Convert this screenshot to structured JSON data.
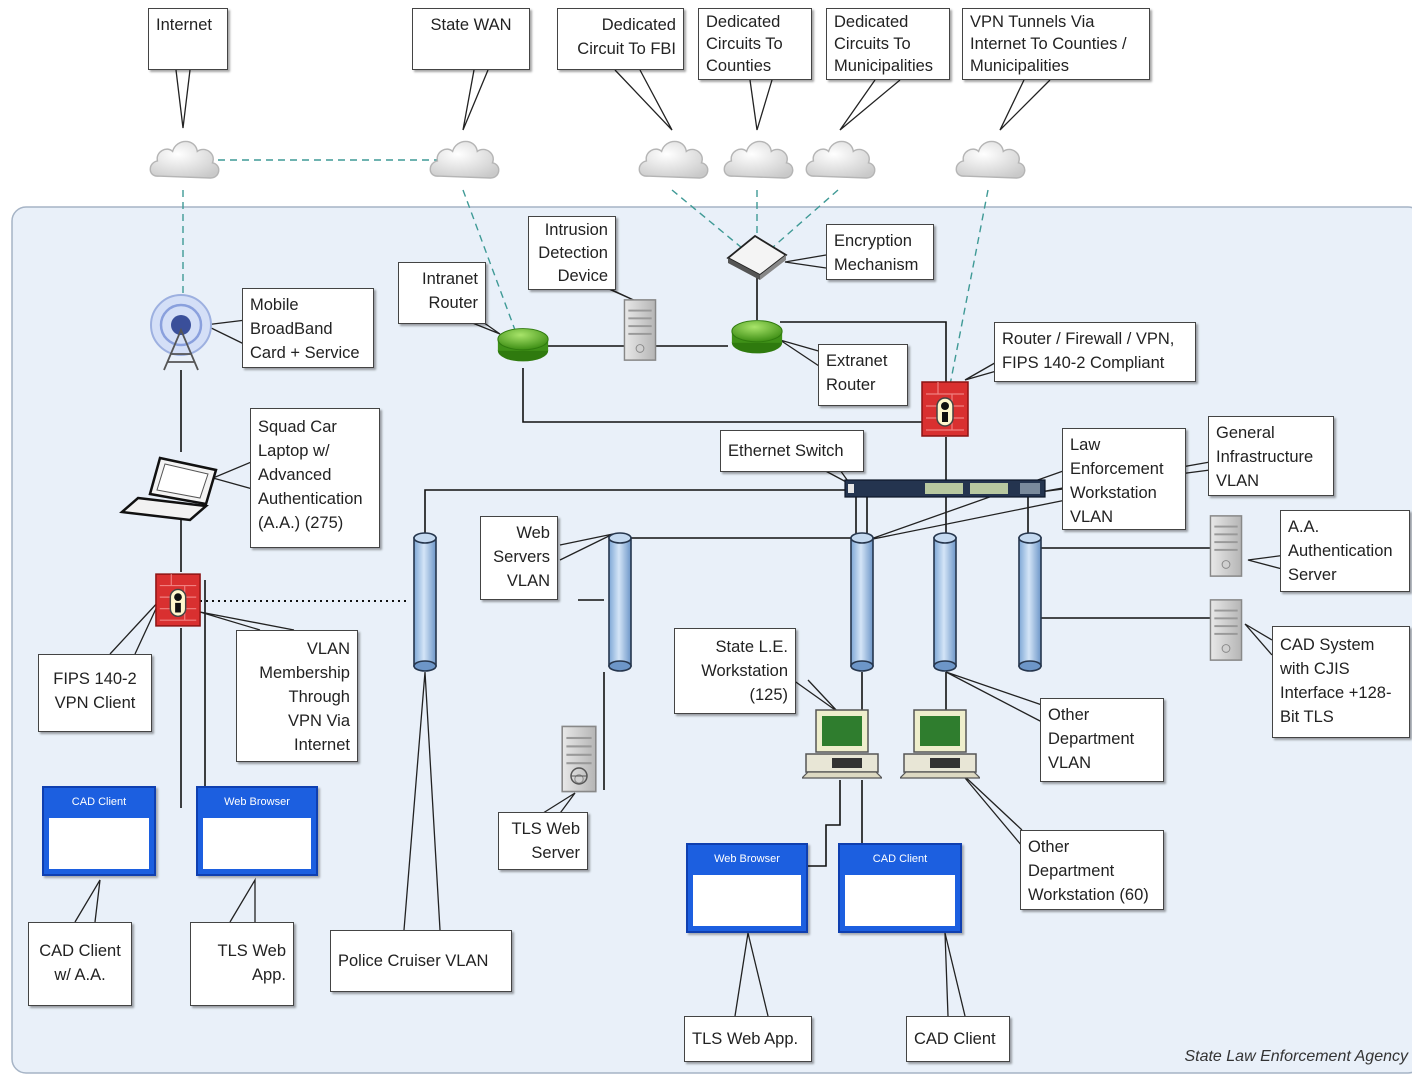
{
  "clouds": {
    "internet": "Internet",
    "state_wan": "State WAN",
    "fbi_circuit": "Dedicated\nCircuit To FBI",
    "county_circuits": "Dedicated\nCircuits To\nCounties",
    "municipal_circuits": "Dedicated\nCircuits To\nMunicipalities",
    "vpn_tunnels": "VPN Tunnels Via\nInternet To Counties /\nMunicipalities"
  },
  "devices": {
    "intrusion_detection": "Intrusion\nDetection\nDevice",
    "intranet_router": "Intranet\nRouter",
    "encryption": "Encryption\nMechanism",
    "extranet_router": "Extranet\nRouter",
    "mobile_broadband": "Mobile\nBroadBand\nCard + Service",
    "router_firewall": "Router / Firewall / VPN,\nFIPS 140-2 Compliant",
    "squad_car_laptop": "Squad Car\nLaptop w/\nAdvanced\nAuthentication\n(A.A.) (275)",
    "ethernet_switch": "Ethernet Switch",
    "fips_vpn_client": "FIPS 140-2\nVPN Client",
    "aa_server": "A.A.\nAuthentication\nServer",
    "cad_system": "CAD System\nwith CJIS\nInterface +128-\nBit TLS",
    "tls_web_server": "TLS Web\nServer",
    "state_le_workstation": "State L.E.\nWorkstation\n(125)",
    "other_dept_workstation": "Other\nDepartment\nWorkstation (60)"
  },
  "vlans": {
    "law_enforcement": "Law\nEnforcement\nWorkstation\nVLAN",
    "general_infra": "General\nInfrastructure\nVLAN",
    "web_servers": "Web\nServers\nVLAN",
    "vpn_membership": "VLAN\nMembership\nThrough\nVPN Via\nInternet",
    "other_dept": "Other\nDepartment\nVLAN",
    "police_cruiser": "Police Cruiser VLAN"
  },
  "apps": {
    "cad_client_window": "CAD Client",
    "web_browser_window": "Web Browser",
    "cad_client_aa": "CAD Client\nw/ A.A.",
    "tls_web_app_left": "TLS Web\nApp.",
    "tls_web_app_bottom": "TLS Web App.",
    "cad_client_bottom": "CAD Client"
  },
  "footer": {
    "org": "State Law Enforcement Agency"
  },
  "colors": {
    "zone_fill": "#e9f0f9",
    "router_green": "#5fb82a",
    "firewall_red": "#d93030",
    "vlan_blue": "#9ec1e6",
    "app_blue": "#1c5fe0",
    "dashed_link": "#3f9a96"
  }
}
